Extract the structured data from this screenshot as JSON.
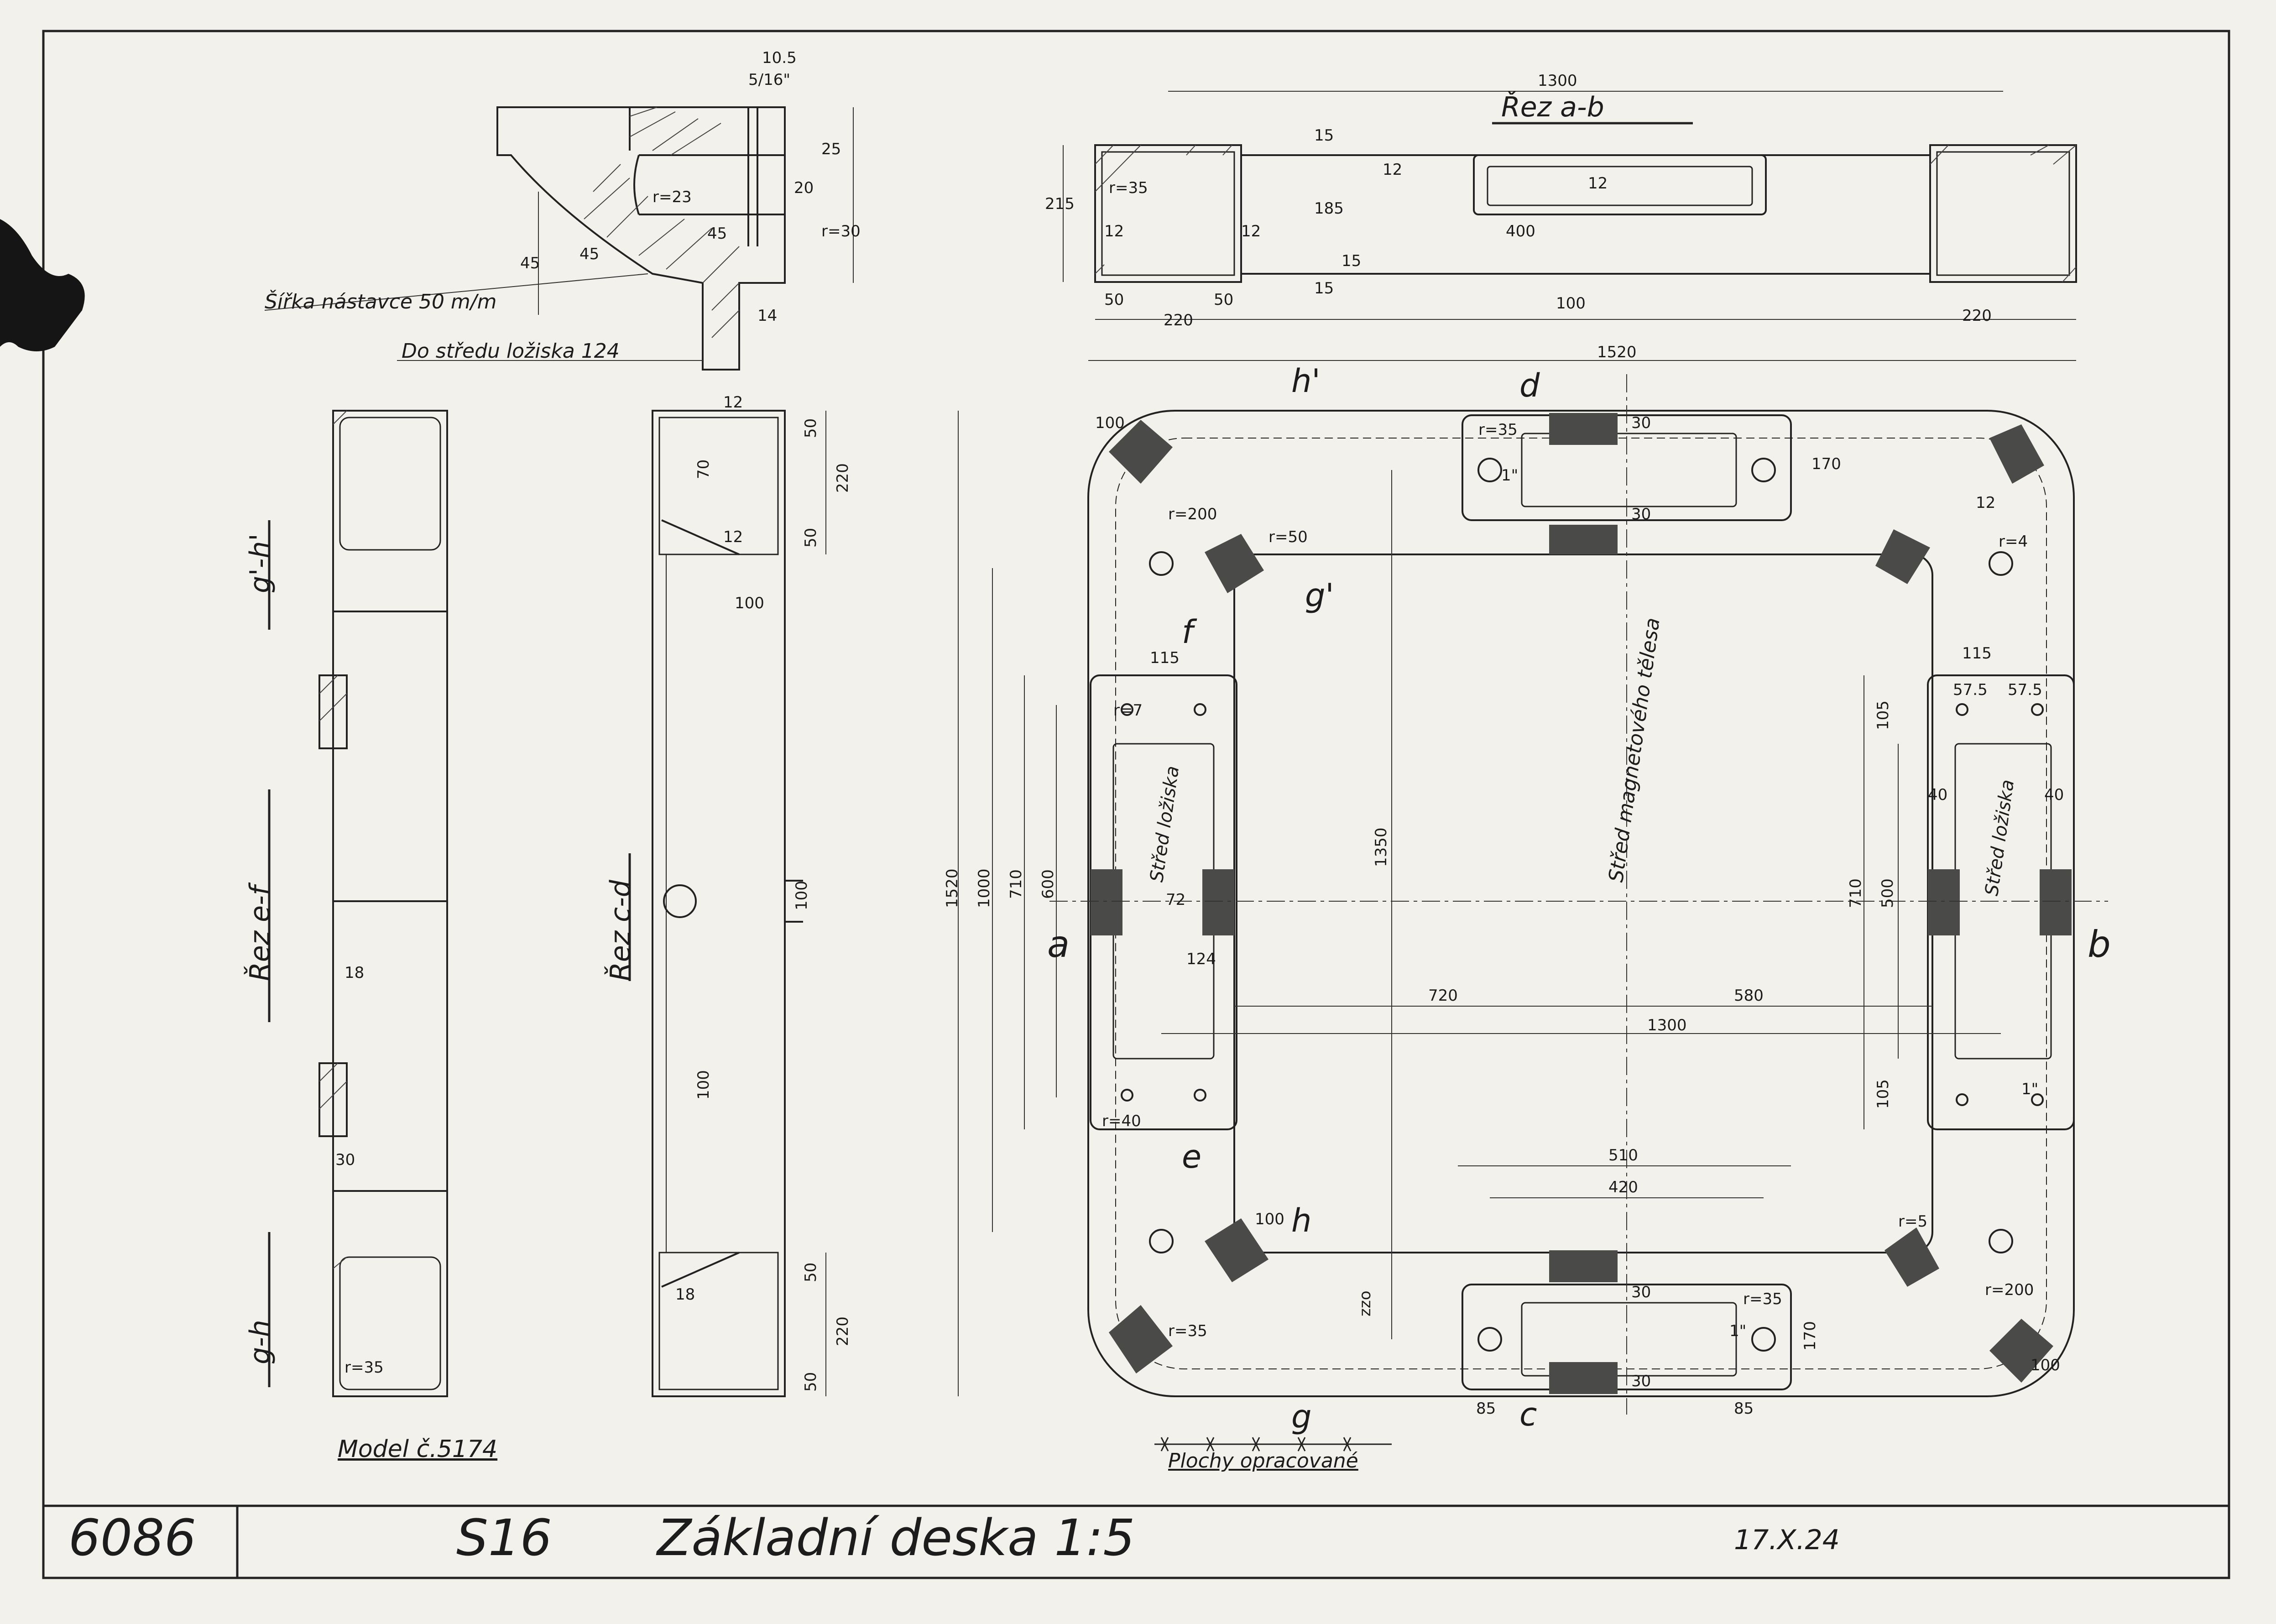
{
  "title_block": {
    "drawing_number": "6086",
    "part_code": "S16",
    "title": "Základní deska 1:5",
    "date_mark": "17.X.24"
  },
  "notes": {
    "model": "Model č.5174",
    "machined_surfaces": "Plochy opracované",
    "extension_width": "Šířka nástavce 50 m/m",
    "bearing_center": "Do středu ložiska 124",
    "magnet_center": "Střed magnetového tělesa",
    "bearing_center_left": "Střed ložiska",
    "bearing_center_right": "Střed ložiska"
  },
  "section_labels": {
    "section_ab": "Řez a-b",
    "section_ef": "Řez e-f",
    "section_cd": "Řez c-d",
    "section_gh_top": "g'-h'",
    "section_gh_bottom": "g-h"
  },
  "cut_marks": {
    "a": "a",
    "b": "b",
    "c": "c",
    "d": "d",
    "e": "e",
    "f": "f",
    "g": "g",
    "h": "h",
    "g_prime": "g'",
    "h_prime": "h'"
  },
  "dimensions": {
    "detail": [
      "10.5",
      "5/16\"",
      "25",
      "20",
      "r=30",
      "r=23",
      "45",
      "45",
      "45",
      "14"
    ],
    "section_ab": [
      "1300",
      "15",
      "12",
      "185",
      "15",
      "15",
      "215",
      "r=35",
      "12",
      "12",
      "12",
      "400",
      "50",
      "220",
      "50",
      "100",
      "220"
    ],
    "plan": [
      "1520",
      "100",
      "r=200",
      "r=50",
      "r=35",
      "1\"",
      "30",
      "30",
      "170",
      "12",
      "r=4",
      "115",
      "r=7",
      "1520",
      "1000",
      "710",
      "600",
      "72",
      "124",
      "1350",
      "720",
      "1300",
      "580",
      "115",
      "57.5",
      "57.5",
      "105",
      "40",
      "40",
      "710",
      "500",
      "105",
      "1\"",
      "r=40",
      "510",
      "420",
      "100",
      "r=5",
      "r=200",
      "1\"",
      "r=35",
      "30",
      "30",
      "170",
      "85",
      "85",
      "100",
      "r=35",
      "zzo"
    ],
    "section_cd": [
      "12",
      "50",
      "70",
      "220",
      "12",
      "50",
      "100",
      "100",
      "100",
      "18",
      "50",
      "220",
      "50"
    ],
    "section_ef": [
      "18",
      "30",
      "r=35"
    ]
  }
}
